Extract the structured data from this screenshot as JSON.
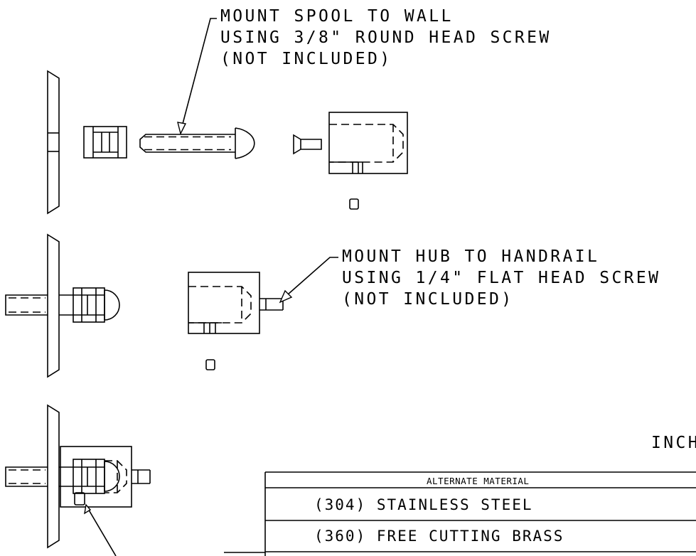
{
  "annotations": {
    "spool_mount": [
      "MOUNT SPOOL TO WALL",
      "USING 3/8\" ROUND HEAD SCREW",
      "(NOT INCLUDED)"
    ],
    "hub_mount": [
      "MOUNT HUB TO HANDRAIL",
      "USING 1/4\" FLAT HEAD SCREW",
      "(NOT INCLUDED)"
    ],
    "units": "INCH"
  },
  "material_table": {
    "header": "ALTERNATE MATERIAL",
    "rows": [
      "(304) STAINLESS STEEL",
      "(360) FREE CUTTING BRASS"
    ]
  }
}
